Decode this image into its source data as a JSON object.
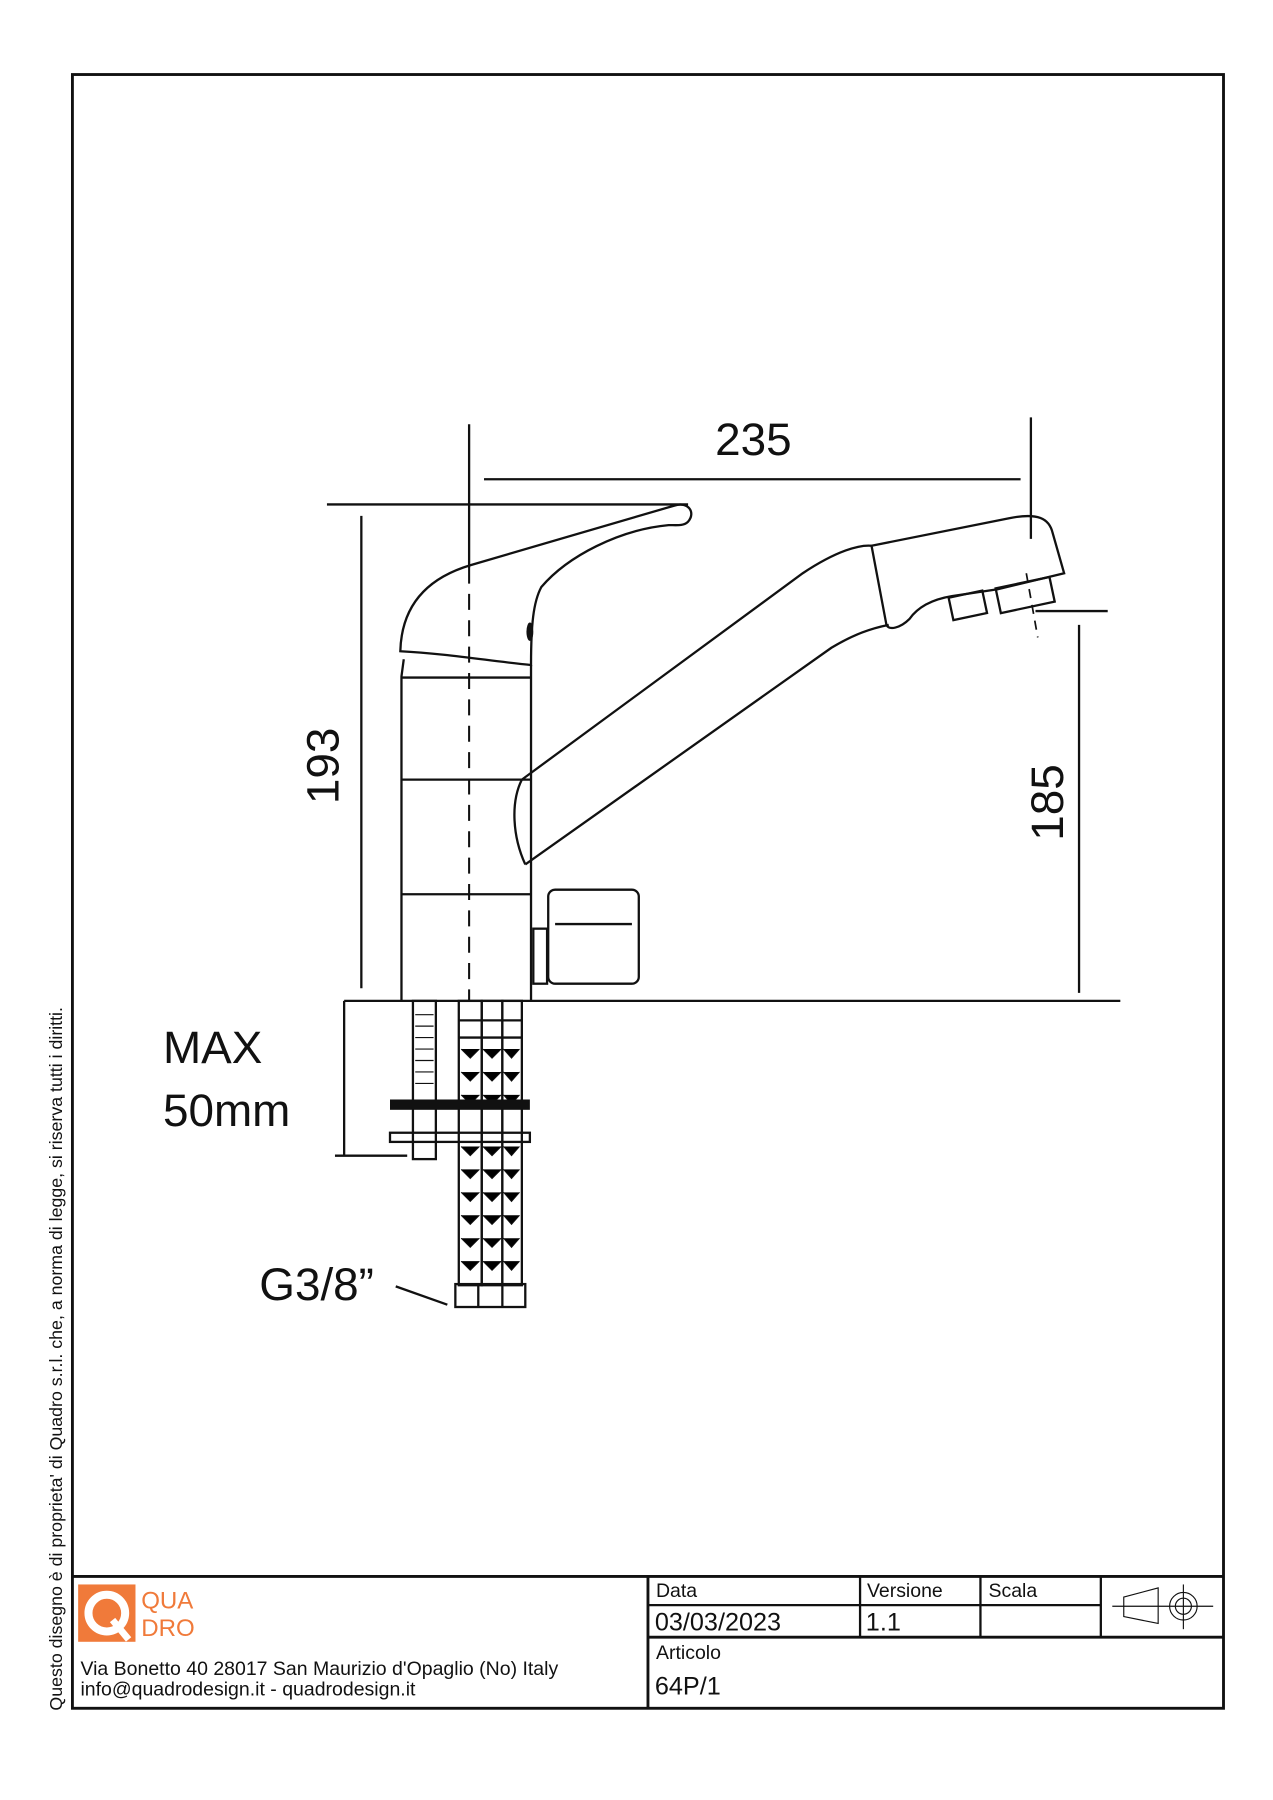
{
  "side_notice": "Questo disegno è di proprieta' di Quadro s.r.l. che, a norma di legge, si riserva tutti i diritti.",
  "drawing": {
    "dim_width": "235",
    "dim_height": "193",
    "dim_spout_height": "185",
    "max_label": "MAX",
    "max_value": "50mm",
    "connection": "G3/8”"
  },
  "title_block": {
    "logo": {
      "letter": "Q",
      "line1": "QUA",
      "line2": "DRO",
      "color": "#f07a3a"
    },
    "address": "Via Bonetto 40  28017 San Maurizio d'Opaglio (No) Italy",
    "contact": "info@quadrodesign.it  -  quadrodesign.it",
    "date_label": "Data",
    "date_value": "03/03/2023",
    "version_label": "Versione",
    "version_value": "1.1",
    "scale_label": "Scala",
    "scale_value": "",
    "article_label": "Articolo",
    "article_value": "64P/1"
  }
}
